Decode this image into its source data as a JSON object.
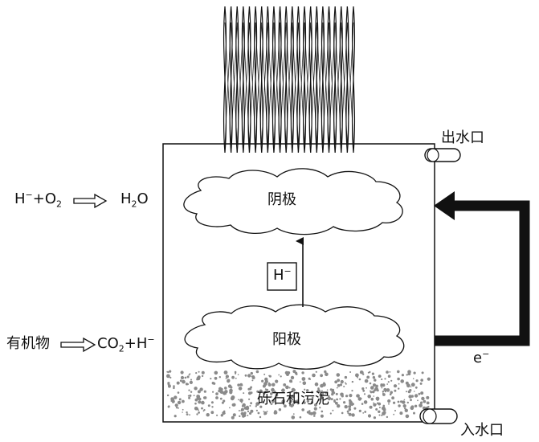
{
  "labels": {
    "cathode": "阴极",
    "anode": "阳极",
    "sediment": "砾石和污泥",
    "outlet": "出水口",
    "inlet": "入水口",
    "proton_box_base": "H",
    "proton_box_sup": "−",
    "electron_base": "e",
    "electron_sup": "−"
  },
  "reactions": {
    "cathode_left_H": "H",
    "cathode_left_H_sup": "−",
    "cathode_left_plus": "+O",
    "cathode_left_O_sub": "2",
    "cathode_right_H": "H",
    "cathode_right_H_sub": "2",
    "cathode_right_O": "O",
    "anode_left": "有机物",
    "anode_right_CO": "CO",
    "anode_right_CO_sub": "2",
    "anode_right_plusH": "+H",
    "anode_right_H_sup": "−"
  },
  "colors": {
    "stroke": "#111111",
    "sediment_dot": "#8a8a8a",
    "background": "#ffffff"
  },
  "icons": {
    "plant": "wetland-plant-icon",
    "outlet_pipe": "pipe-icon",
    "inlet_pipe": "pipe-icon",
    "electron_flow": "thick-arrow-icon",
    "proton_flow": "up-arrow-icon"
  }
}
